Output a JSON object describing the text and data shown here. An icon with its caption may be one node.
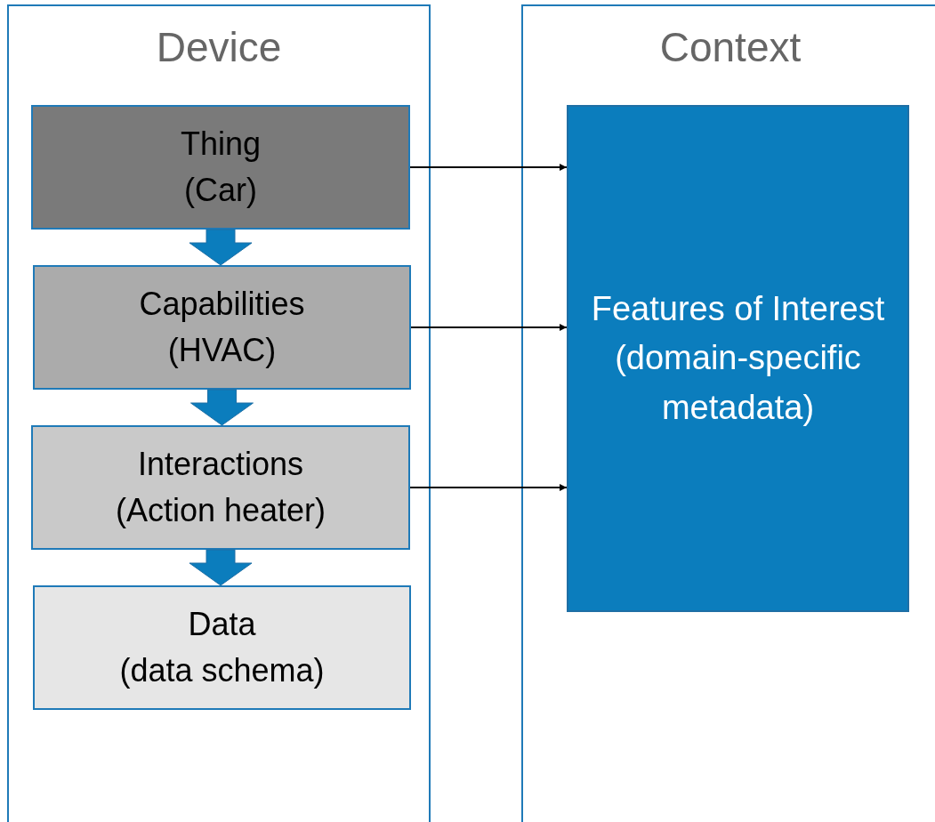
{
  "diagram": {
    "nodes": [
      {
        "text": [
          "Device"
        ]
      },
      {
        "text": [
          "Thing",
          "(Car)"
        ],
        "in": 0
      },
      {
        "text": [
          "Capabilities",
          "(HVAC)"
        ],
        "in": 0
      },
      {
        "text": [
          "Interactions",
          "(Action heater)"
        ],
        "in": 0
      },
      {
        "text": [
          "Data",
          "(data schema)"
        ],
        "in": 0
      },
      {
        "text": [
          "Context"
        ]
      },
      {
        "text": [
          "Features of Interest",
          "(domain-specific metadata)"
        ],
        "in": 5
      }
    ],
    "edges": [
      {
        "from": 1,
        "to": 2,
        "arrow": "to",
        "style": "thick",
        "color": "#0b7dbd"
      },
      {
        "from": 2,
        "to": 3,
        "arrow": "to",
        "style": "thick",
        "color": "#0b7dbd"
      },
      {
        "from": 3,
        "to": 4,
        "arrow": "to",
        "style": "thick",
        "color": "#0b7dbd"
      },
      {
        "from": 1,
        "to": 6,
        "arrow": "to"
      },
      {
        "from": 2,
        "to": 6,
        "arrow": "to"
      },
      {
        "from": 3,
        "to": 6,
        "arrow": "to"
      }
    ]
  }
}
